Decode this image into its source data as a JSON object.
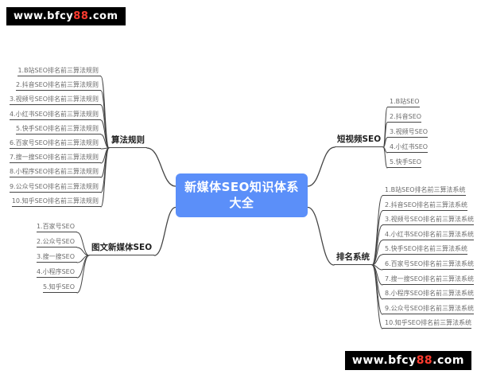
{
  "colors": {
    "central_bg": "#5b8ff9",
    "central_text": "#ffffff",
    "line": "#454545",
    "watermark_bg": "#000000",
    "watermark_text": "#ffffff",
    "watermark_highlight": "#ff3b2f"
  },
  "watermarks": {
    "top_left": {
      "prefix": "www.bfcy",
      "highlight": "88",
      "suffix": ".com"
    },
    "bottom_right": {
      "prefix": "www.bfcy",
      "highlight": "88",
      "suffix": ".com"
    }
  },
  "mindmap": {
    "central": "新媒体SEO知识体系大全",
    "branches": [
      {
        "id": "algorithm-rules",
        "label": "算法规则",
        "children": [
          "1.B站SEO排名前三算法规则",
          "2.抖音SEO排名前三算法规则",
          "3.视频号SEO排名前三算法规则",
          "4.小红书SEO排名前三算法规则",
          "5.快手SEO排名前三算法规则",
          "6.百家号SEO排名前三算法规则",
          "7.搜一搜SEO排名前三算法规则",
          "8.小程序SEO排名前三算法规则",
          "9.公众号SEO排名前三算法规则",
          "10.知乎SEO排名前三算法规则"
        ]
      },
      {
        "id": "short-video-seo",
        "label": "短视频SEO",
        "children": [
          "1.B站SEO",
          "2.抖音SEO",
          "3.视频号SEO",
          "4.小红书SEO",
          "5.快手SEO"
        ]
      },
      {
        "id": "image-text-newmedia-seo",
        "label": "图文新媒体SEO",
        "children": [
          "1.百家号SEO",
          "2.公众号SEO",
          "3.搜一搜SEO",
          "4.小程序SEO",
          "5.知乎SEO"
        ]
      },
      {
        "id": "ranking-system",
        "label": "排名系统",
        "children": [
          "1.B站SEO排名前三算法系统",
          "2.抖音SEO排名前三算法系统",
          "3.视频号SEO排名前三算法系统",
          "4.小红书SEO排名前三算法系统",
          "5.快手SEO排名前三算法系统",
          "6.百家号SEO排名前三算法系统",
          "7.搜一搜SEO排名前三算法系统",
          "8.小程序SEO排名前三算法系统",
          "9.公众号SEO排名前三算法系统",
          "10.知乎SEO排名前三算法系统"
        ]
      }
    ]
  }
}
